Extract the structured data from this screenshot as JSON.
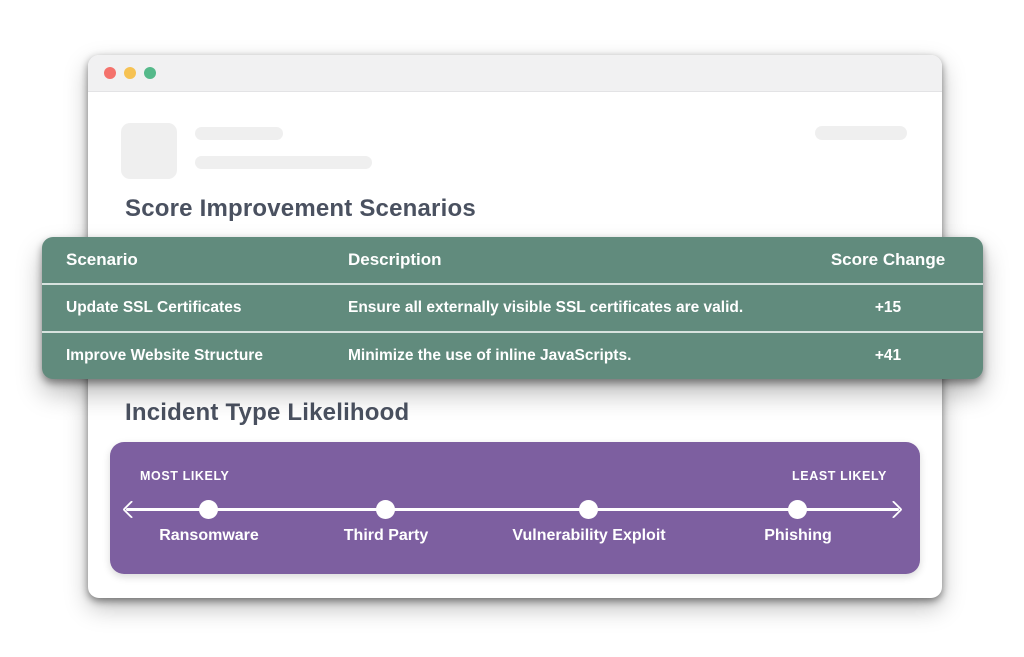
{
  "window": {
    "traffic_lights": [
      {
        "name": "close",
        "color": "#f4726c"
      },
      {
        "name": "minimize",
        "color": "#f6c253"
      },
      {
        "name": "maximize",
        "color": "#55b98a"
      }
    ]
  },
  "sections": {
    "score_scenarios": {
      "title": "Score Improvement Scenarios",
      "table": {
        "columns": [
          "Scenario",
          "Description",
          "Score Change"
        ],
        "rows": [
          {
            "scenario": "Update SSL Certificates",
            "description": "Ensure all externally visible SSL certificates are valid.",
            "score_change": "+15"
          },
          {
            "scenario": "Improve Website Structure",
            "description": "Minimize the use of inline JavaScripts.",
            "score_change": "+41"
          }
        ]
      }
    },
    "incident_likelihood": {
      "title": "Incident Type Likelihood",
      "scale": {
        "left_label": "MOST LIKELY",
        "right_label": "LEAST LIKELY",
        "items": [
          "Ransomware",
          "Third Party",
          "Vulnerability Exploit",
          "Phishing"
        ]
      }
    }
  },
  "colors": {
    "table_green": "#618b7d",
    "banner_purple": "#7d5fa0",
    "heading_text": "#4a5160",
    "chrome_bar": "#f1f1f2",
    "skeleton_gray": "#efefef"
  }
}
